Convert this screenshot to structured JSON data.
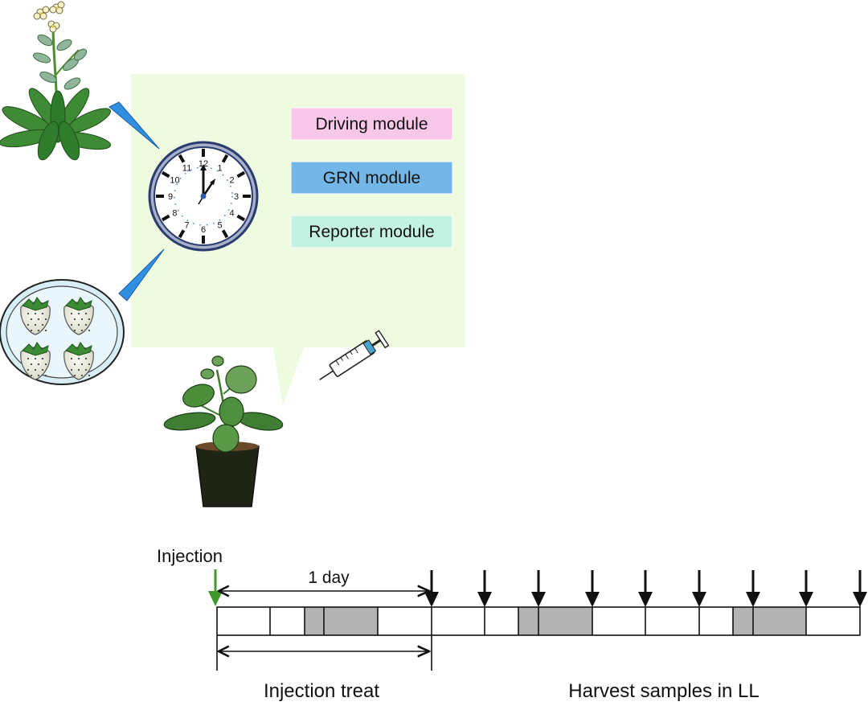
{
  "modules": [
    {
      "label": "Driving module",
      "color": "#f9c7e9"
    },
    {
      "label": "GRN module",
      "color": "#73b7e8"
    },
    {
      "label": "Reporter module",
      "color": "#c4f2e2"
    }
  ],
  "clock": {
    "numbers": [
      "12",
      "1",
      "2",
      "3",
      "4",
      "5",
      "6",
      "7",
      "8",
      "9",
      "10",
      "11"
    ]
  },
  "timeline": {
    "injection_label": "Injection",
    "injection_color": "#3f9a2a",
    "day_label": "1 day",
    "treat_label": "Injection treat",
    "harvest_label": "Harvest samples in LL",
    "dark_color": "#b3b3b3"
  }
}
